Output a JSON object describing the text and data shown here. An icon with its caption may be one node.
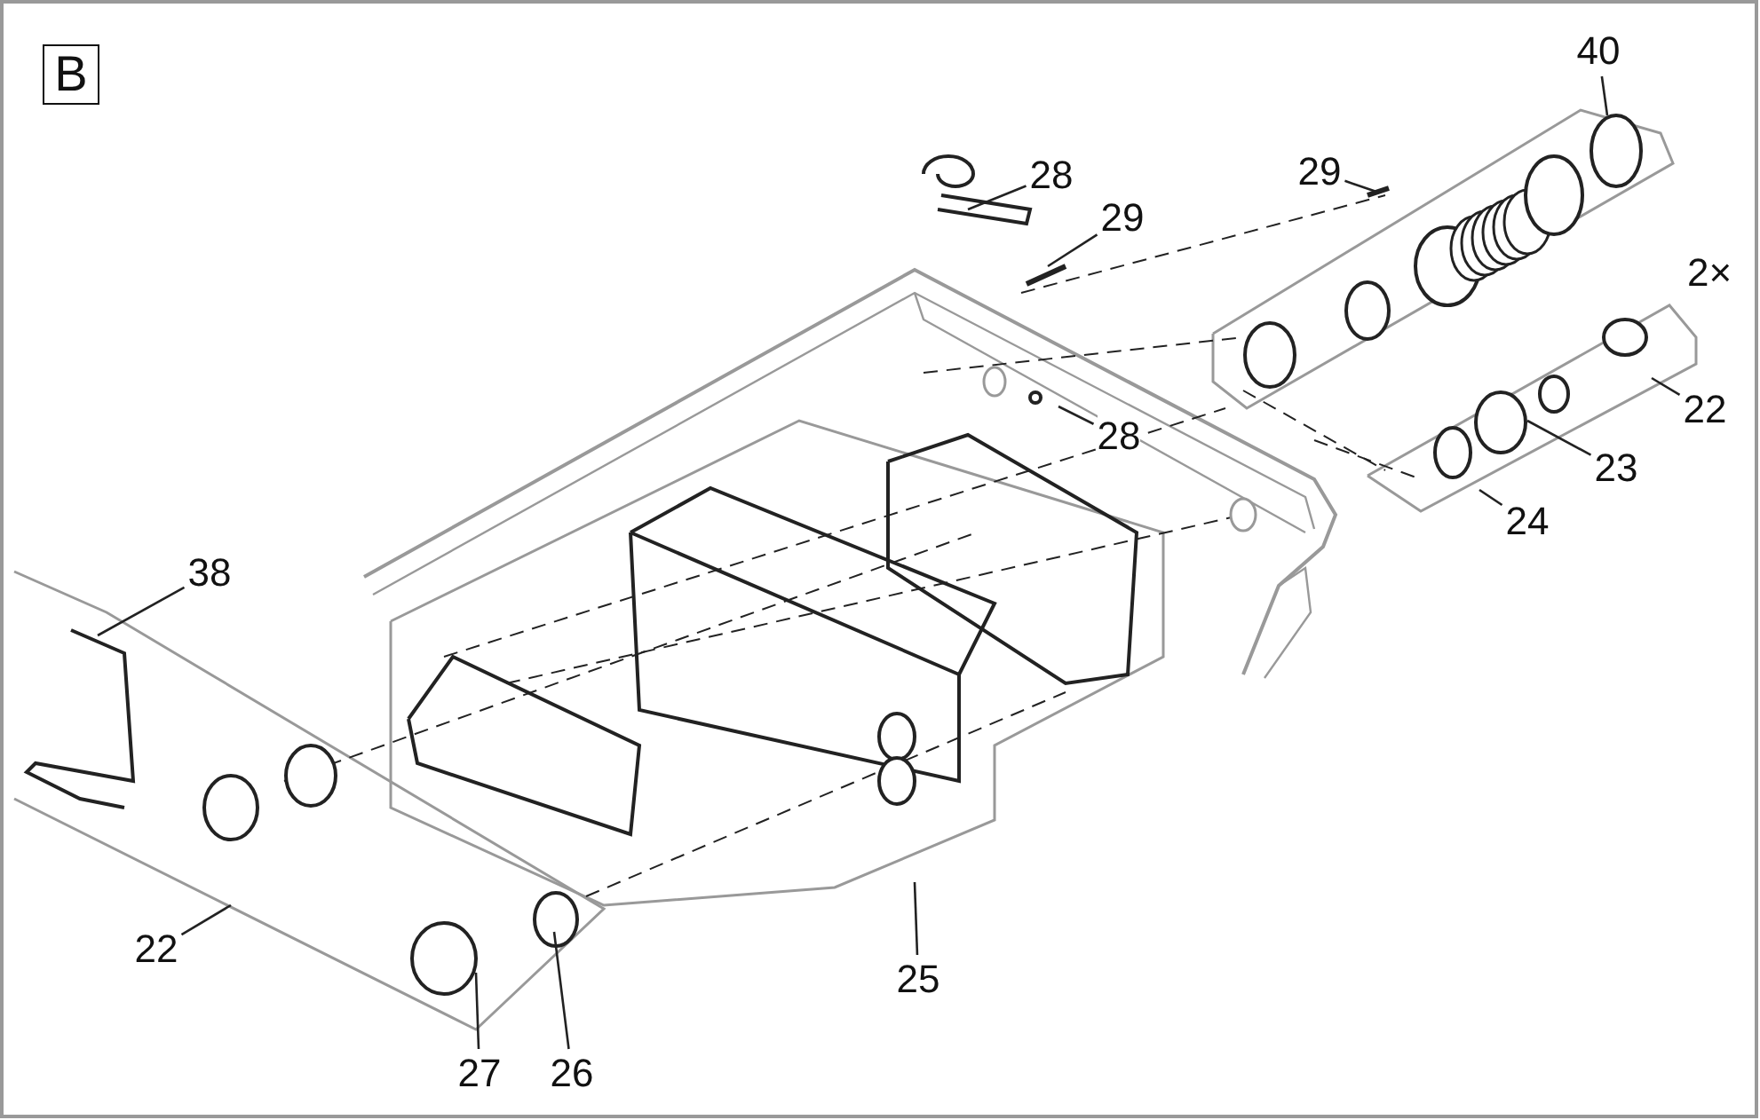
{
  "diagram": {
    "nodes": [
      {
        "text": [
          "B"
        ]
      },
      {
        "text": [
          "28"
        ]
      },
      {
        "text": [
          "29"
        ]
      },
      {
        "text": [
          "29"
        ]
      },
      {
        "text": [
          "40"
        ]
      },
      {
        "text": [
          "22"
        ]
      },
      {
        "text": [
          "23"
        ]
      },
      {
        "text": [
          "24"
        ]
      },
      {
        "text": [
          "28"
        ]
      },
      {
        "text": [
          "38"
        ]
      },
      {
        "text": [
          "22"
        ]
      },
      {
        "text": [
          "25"
        ]
      },
      {
        "text": [
          "27"
        ]
      },
      {
        "text": [
          "26"
        ]
      }
    ],
    "edges": [
      {
        "from": 1,
        "to": null,
        "arrow": "none"
      },
      {
        "from": 2,
        "to": null,
        "arrow": "none"
      },
      {
        "from": 3,
        "to": null,
        "arrow": "none"
      },
      {
        "from": 4,
        "to": null,
        "arrow": "none"
      },
      {
        "from": 5,
        "to": null,
        "arrow": "none"
      },
      {
        "from": 6,
        "to": null,
        "arrow": "none"
      },
      {
        "from": 7,
        "to": null,
        "arrow": "none"
      },
      {
        "from": 8,
        "to": null,
        "arrow": "none"
      },
      {
        "from": 9,
        "to": null,
        "arrow": "none"
      },
      {
        "from": 10,
        "to": null,
        "arrow": "none"
      },
      {
        "from": 11,
        "to": null,
        "arrow": "none"
      },
      {
        "from": 12,
        "to": null,
        "arrow": "none"
      },
      {
        "from": 13,
        "to": null,
        "arrow": "none"
      }
    ],
    "labels": [
      "2×"
    ]
  }
}
